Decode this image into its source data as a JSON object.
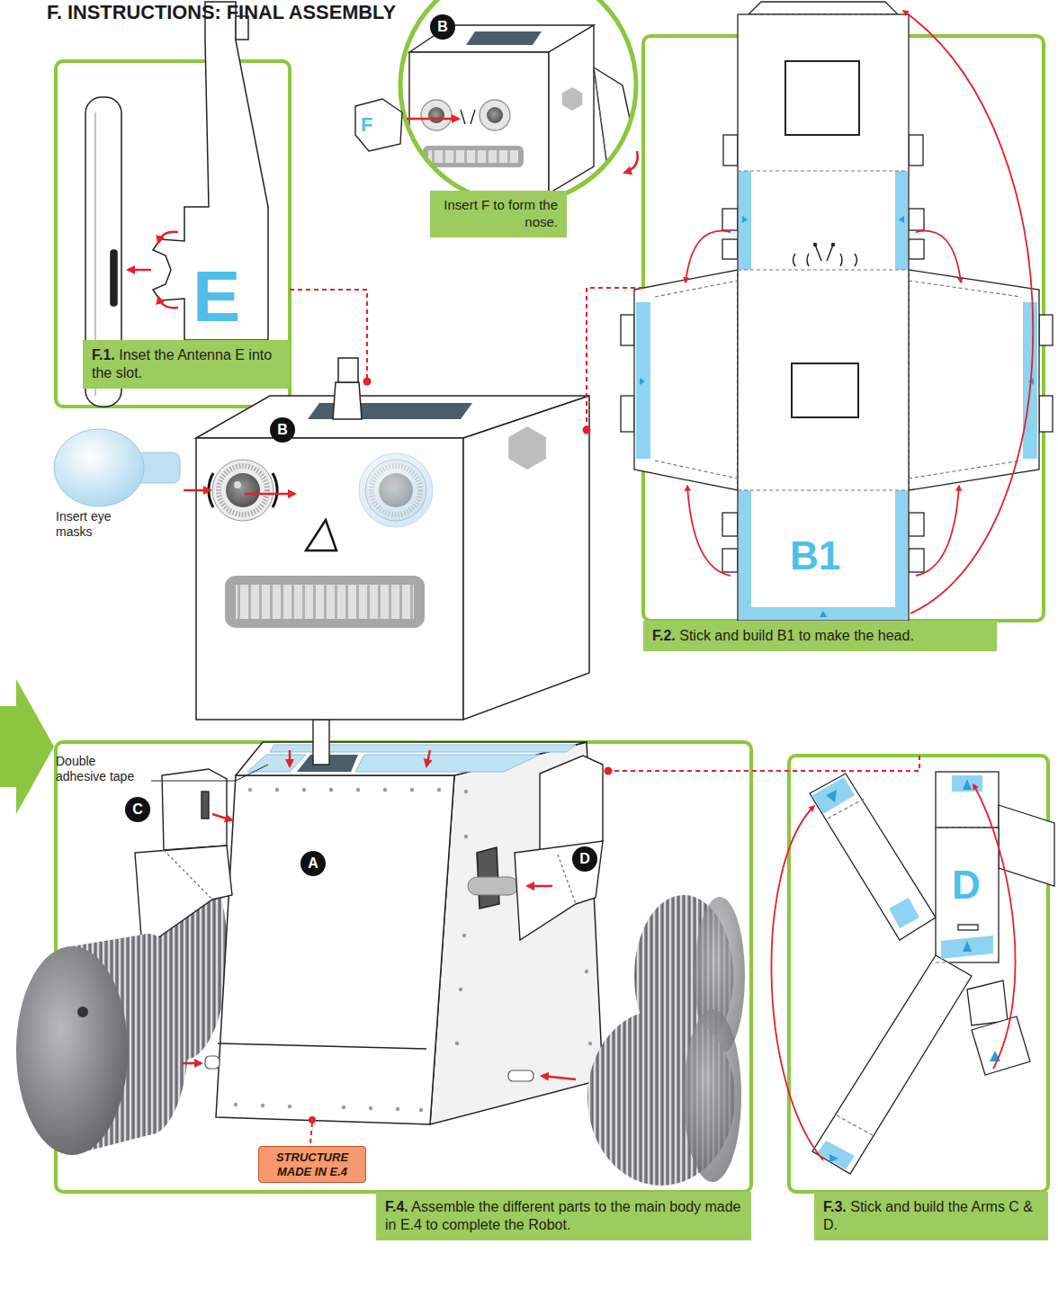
{
  "diagram": {
    "title": "F. INSTRUCTIONS: FINAL ASSEMBLY",
    "nodes": [
      {
        "text": [
          "B"
        ]
      },
      {
        "text": [
          "Insert F to form the nose."
        ]
      },
      {
        "text": [
          "F.1. Inset the Antenna E into the slot."
        ]
      },
      {
        "text": [
          "B"
        ]
      },
      {
        "text": [
          "F.2. Stick and build B1 to make the head."
        ]
      },
      {
        "text": [
          "C"
        ]
      },
      {
        "text": [
          "A"
        ]
      },
      {
        "text": [
          "D"
        ]
      },
      {
        "text": [
          "STRUCTURE MADE IN E.4"
        ]
      },
      {
        "text": [
          "F.4. Assemble the different parts to the main body made in E.4 to complete the Robot."
        ]
      },
      {
        "text": [
          "F.3. Stick and build the Arms C & D."
        ]
      }
    ],
    "labels": [
      "E",
      "F",
      "B1",
      "Insert eye masks",
      "Double adhesive tape",
      "D"
    ]
  }
}
